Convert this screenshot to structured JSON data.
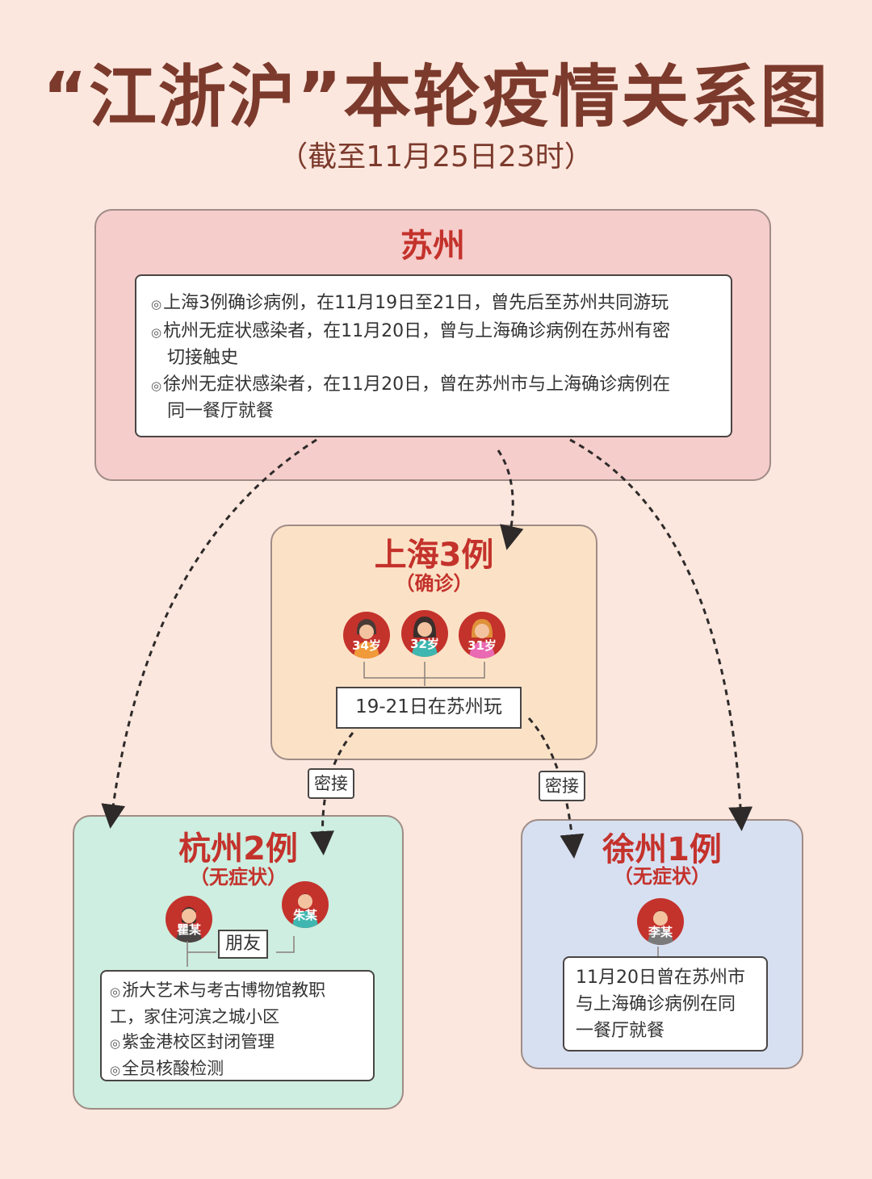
{
  "header": {
    "title": "“江浙沪”本轮疫情关系图",
    "subtitle": "（截至11月25日23时）"
  },
  "suzhou": {
    "title": "苏州",
    "items": [
      "上海3例确诊病例，在11月19日至21日，曾先后至苏州共同游玩",
      "杭州无症状感染者，在11月20日，曾与上海确诊病例在苏州有密",
      "切接触史",
      "徐州无症状感染者，在11月20日，曾在苏州市与上海确诊病例在",
      "同一餐厅就餐"
    ],
    "bullet": "◎"
  },
  "shanghai": {
    "title": "上海3例",
    "subtitle": "（确诊）",
    "ages": [
      "34岁",
      "32岁",
      "31岁"
    ],
    "note": "19-21日在苏州玩"
  },
  "links": {
    "left": "密接",
    "right": "密接"
  },
  "hangzhou": {
    "title": "杭州2例",
    "subtitle": "（无症状）",
    "persons": [
      "瞿某",
      "朱某"
    ],
    "relation": "朋友",
    "items": [
      "浙大艺术与考古博物馆教职",
      "工，家住河滨之城小区",
      "紫金港校区封闭管理",
      "全员核酸检测"
    ]
  },
  "xuzhou": {
    "title": "徐州1例",
    "subtitle": "（无症状）",
    "person": "李某",
    "note_lines": [
      "11月20日曾在苏州市",
      "与上海确诊病例在同",
      "一餐厅就餐"
    ]
  },
  "colors": {
    "background": "#fbe7de",
    "title": "#7c3a2c",
    "accent": "#c4322c",
    "suzhou_panel": "#f5cdcb",
    "shanghai_panel": "#fbe2c6",
    "hangzhou_panel": "#cdeee0",
    "xuzhou_panel": "#d7e0f1"
  }
}
